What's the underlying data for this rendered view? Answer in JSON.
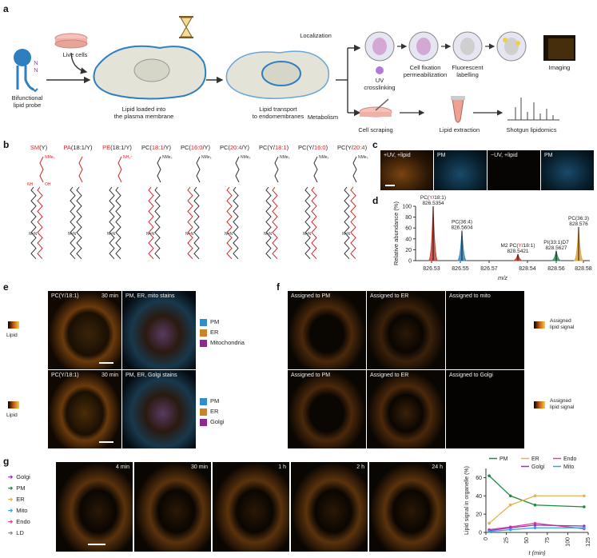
{
  "panel_labels": {
    "a": "a",
    "b": "b",
    "c": "c",
    "d": "d",
    "e": "e",
    "f": "f",
    "g": "g"
  },
  "panel_a": {
    "live_cells": "Live cells",
    "probe": "Bifunctional\nlipid probe",
    "loaded": "Lipid loaded into\nthe plasma membrane",
    "transport": "Lipid transport\nto endomembranes",
    "localization": "Localization",
    "metabolism": "Metabolism",
    "uv": "UV\ncrosslinking",
    "fix": "Cell fixation\npermeabilization",
    "fluor": "Fluorescent\nlabelling",
    "imaging": "Imaging",
    "scraping": "Cell scraping",
    "extraction": "Lipid extraction",
    "shotgun": "Shotgun lipidomics",
    "n_label": "N\nN"
  },
  "panel_b": {
    "lipids": [
      {
        "pre": "",
        "red": "SM",
        "post": "(Y)"
      },
      {
        "pre": "",
        "red": "PA",
        "post": "(18:1/Y)"
      },
      {
        "pre": "",
        "red": "PE",
        "post": "(18:1/Y)"
      },
      {
        "pre": "PC(",
        "red": "18:1",
        "post": "/Y)"
      },
      {
        "pre": "PC(",
        "red": "16:0",
        "post": "/Y)"
      },
      {
        "pre": "PC(",
        "red": "20:4",
        "post": "/Y)"
      },
      {
        "pre": "PC(Y/",
        "red": "18:1",
        "post": ")"
      },
      {
        "pre": "PC(Y/",
        "red": "16:0",
        "post": ")"
      },
      {
        "pre": "PC(Y/",
        "red": "20:4",
        "post": ")"
      }
    ],
    "nme3": "NMe₃",
    "nh3": "NH₃⁺",
    "nh": "NH",
    "oh": "OH"
  },
  "panel_c": {
    "labels": [
      "+UV, +lipid",
      "PM",
      "−UV, +lipid",
      "PM"
    ]
  },
  "panel_d": {
    "chart_data": {
      "type": "bar",
      "xlabel": "m/z",
      "ylabel": "Relative abundance (%)",
      "ylim": [
        0,
        100
      ],
      "yticks": [
        0,
        20,
        40,
        60,
        80,
        100
      ],
      "xticks": [
        "826.53",
        "826.55",
        "826.57",
        "828.54",
        "828.56",
        "828.58"
      ],
      "peaks": [
        {
          "label": "PC(Y/18:1)",
          "label_pre": "PC(",
          "label_red": "Y",
          "label_post": "/18:1)",
          "mz": "826.5354",
          "value": 100,
          "color": "#c0392b"
        },
        {
          "label": "PC(36:4)",
          "mz": "826.5604",
          "value": 55,
          "color": "#2d7fb8"
        },
        {
          "label": "M2 PC(Y/18:1)",
          "label_pre": "M2 PC(",
          "label_red": "Y",
          "label_post": "/18:1)",
          "mz": "828.5421",
          "value": 12,
          "color": "#c0392b"
        },
        {
          "label": "PI(33:1)D7",
          "mz": "828.5627",
          "value": 18,
          "color": "#2e8b57"
        },
        {
          "label": "PC(36:3)",
          "mz": "828.576",
          "value": 62,
          "color": "#e0a030"
        }
      ]
    }
  },
  "panel_e": {
    "row1_left": "PC(Y/18:1)",
    "row1_time": "30 min",
    "row1_right": "PM, ER, mito stains",
    "row2_left": "PC(Y/18:1)",
    "row2_time": "30 min",
    "row2_right": "PM, ER, Golgi stains",
    "lipid": "Lipid",
    "legend1": [
      {
        "name": "PM",
        "color": "#2f8fc8"
      },
      {
        "name": "ER",
        "color": "#c8842a"
      },
      {
        "name": "Mitochondria",
        "color": "#8e2a8e"
      }
    ],
    "legend2": [
      {
        "name": "PM",
        "color": "#2f8fc8"
      },
      {
        "name": "ER",
        "color": "#c8842a"
      },
      {
        "name": "Golgi",
        "color": "#8e2a8e"
      }
    ]
  },
  "panel_f": {
    "row1": [
      "Assigned to PM",
      "Assigned to ER",
      "Assigned to mito"
    ],
    "row2": [
      "Assigned to PM",
      "Assigned to ER",
      "Assigned to Golgi"
    ],
    "assigned": "Assigned\nlipid signal"
  },
  "panel_g": {
    "legend": [
      {
        "name": "Golgi",
        "color": "#9b30c8"
      },
      {
        "name": "PM",
        "color": "#1f8a3c"
      },
      {
        "name": "ER",
        "color": "#e8b050"
      },
      {
        "name": "Mito",
        "color": "#2fa8d8"
      },
      {
        "name": "Endo",
        "color": "#e040a0"
      },
      {
        "name": "LD",
        "color": "#888888"
      }
    ],
    "times": [
      "4 min",
      "30 min",
      "1 h",
      "2 h",
      "24 h"
    ],
    "chart_data": {
      "type": "line",
      "xlabel": "t (min)",
      "ylabel": "Lipid signal in organelle (%)",
      "xlim": [
        0,
        125
      ],
      "ylim": [
        0,
        70
      ],
      "xticks": [
        0,
        25,
        50,
        75,
        100,
        125
      ],
      "yticks": [
        0,
        20,
        40,
        60
      ],
      "x": [
        4,
        30,
        60,
        120
      ],
      "series": [
        {
          "name": "PM",
          "color": "#1f8a3c",
          "values": [
            62,
            40,
            30,
            28
          ]
        },
        {
          "name": "ER",
          "color": "#e8b050",
          "values": [
            10,
            30,
            40,
            40
          ]
        },
        {
          "name": "Endo",
          "color": "#e040a0",
          "values": [
            3,
            6,
            10,
            4
          ]
        },
        {
          "name": "Golgi",
          "color": "#9b30c8",
          "values": [
            2,
            5,
            8,
            7
          ]
        },
        {
          "name": "Mito",
          "color": "#2fa8d8",
          "values": [
            1,
            3,
            5,
            5
          ]
        }
      ]
    }
  }
}
